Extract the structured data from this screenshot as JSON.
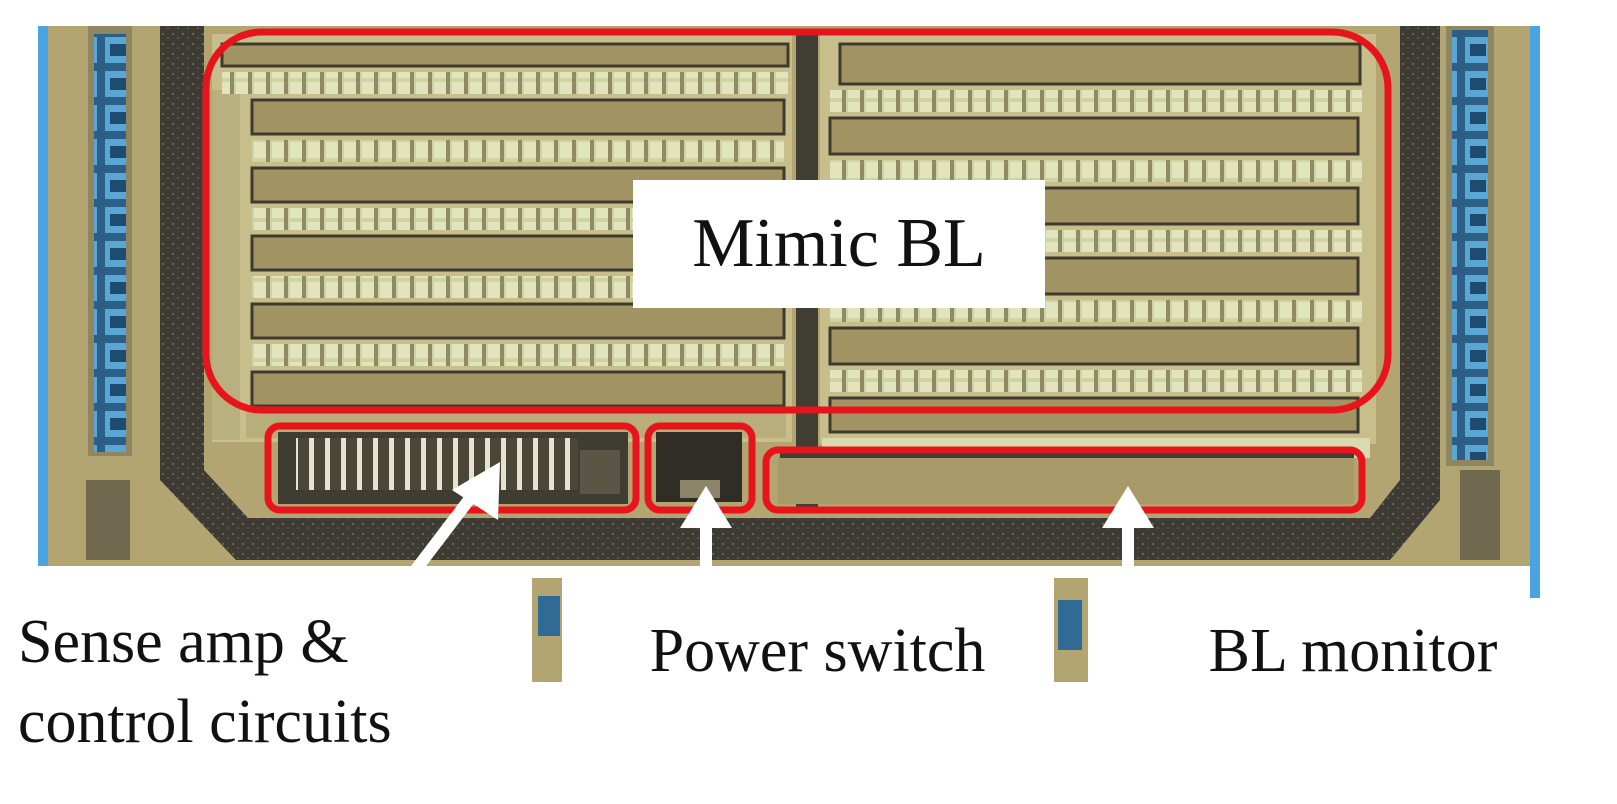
{
  "figure": {
    "labels": {
      "mimic_bl": "Mimic BL",
      "sense_amp_line1": "Sense amp &",
      "sense_amp_line2": "control circuits",
      "power_switch": "Power switch",
      "bl_monitor": "BL monitor"
    },
    "colors": {
      "die_base": "#b3a571",
      "die_dark": "#3b3a33",
      "metal_light": "#d9dcb2",
      "bar_fill": "#a29363",
      "pad_blue": "#3a8fc4",
      "highlight_red": "#e8141b",
      "arrow_white": "#ffffff",
      "edge_blue": "#4aa3e3"
    }
  }
}
